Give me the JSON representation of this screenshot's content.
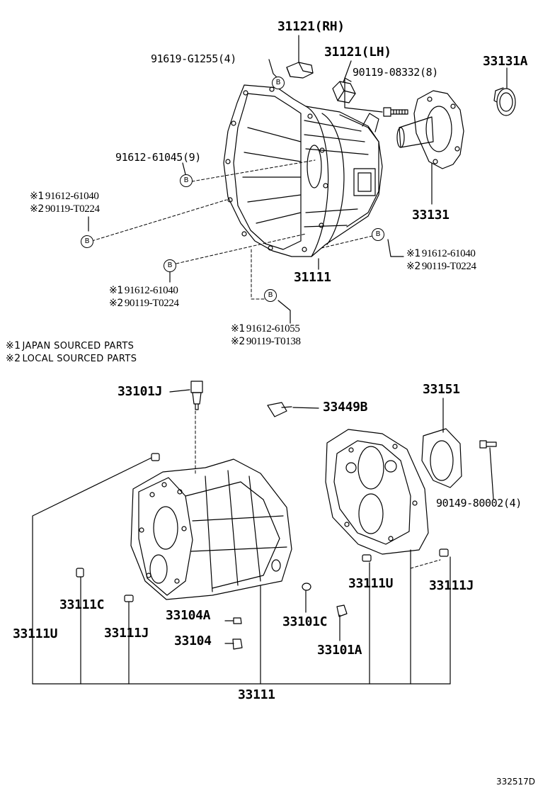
{
  "parts": {
    "p31121rh": "31121(RH)",
    "p31121lh": "31121(LH)",
    "p91619": "91619-G1255(4)",
    "p90119_08332": "90119-08332(8)",
    "p33131a": "33131A",
    "p91612_61045": "91612-61045(9)",
    "p33131": "33131",
    "p31111": "31111",
    "p33101j": "33101J",
    "p33449b": "33449B",
    "p33151": "33151",
    "p90149": "90149-80002(4)",
    "p33111u_right": "33111U",
    "p33111j_right": "33111J",
    "p33111c": "33111C",
    "p33111u_left": "33111U",
    "p33111j_left": "33111J",
    "p33104a": "33104A",
    "p33104": "33104",
    "p33101c": "33101C",
    "p33101a": "33101A",
    "p33111": "33111"
  },
  "markers": {
    "note1": "※1",
    "note2": "※2"
  },
  "badge": "B",
  "groups": {
    "left": {
      "a": "91612-61040",
      "b": "90119-T0224"
    },
    "right": {
      "a": "91612-61040",
      "b": "90119-T0224"
    },
    "mid": {
      "a": "91612-61040",
      "b": "90119-T0224"
    },
    "low": {
      "a": "91612-61055",
      "b": "90119-T0138"
    }
  },
  "legend": {
    "line1": "JAPAN SOURCED PARTS",
    "line2": "LOCAL SOURCED PARTS"
  },
  "diagram_code": "332517D"
}
